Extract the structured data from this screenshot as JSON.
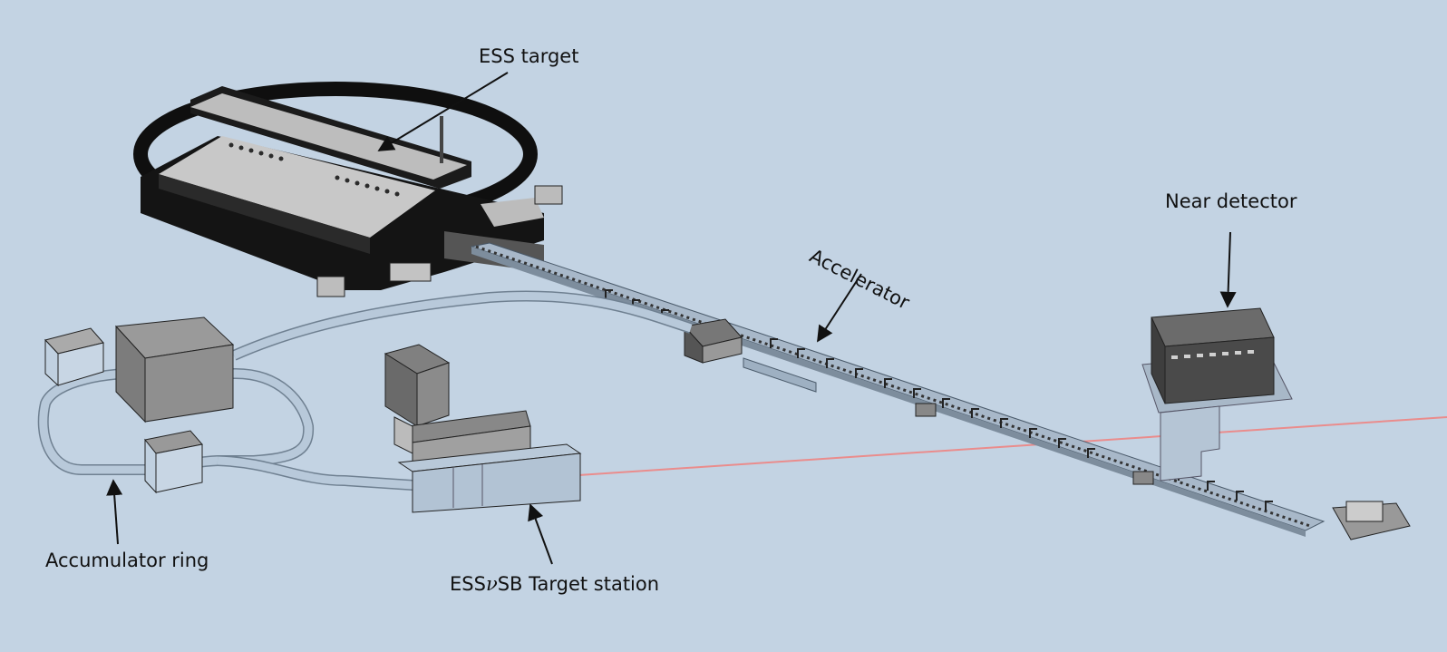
{
  "labels": {
    "ess_target": "ESS target",
    "near_detector": "Near detector",
    "accelerator": "Accelerator",
    "accumulator_ring": "Accumulator ring",
    "target_station_prefix": "ESS",
    "target_station_nu": "ν",
    "target_station_suffix": "SB Target station"
  },
  "colors": {
    "background": "#c3d3e3",
    "beam_line": "#e98a8a",
    "dark_building": "#0d0d0d",
    "roof": "#c9c9c9",
    "tunnel": "#b3c4d6",
    "box_gray": "#8d8d8d"
  }
}
